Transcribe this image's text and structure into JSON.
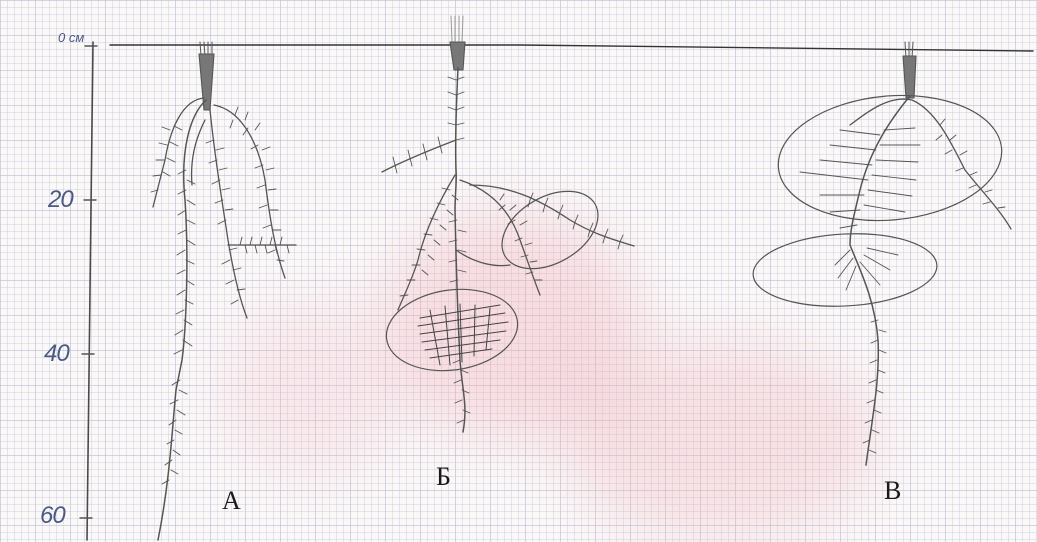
{
  "axis": {
    "unit_label": "0 см",
    "ticks": [
      "20",
      "40",
      "60"
    ]
  },
  "plants": [
    {
      "label": "А"
    },
    {
      "label": "Б"
    },
    {
      "label": "В"
    }
  ],
  "colors": {
    "pencil": "#555555",
    "axis_ink": "#4a5a85",
    "grid": "#c8c8dc",
    "stain": "#f2c8cc"
  }
}
